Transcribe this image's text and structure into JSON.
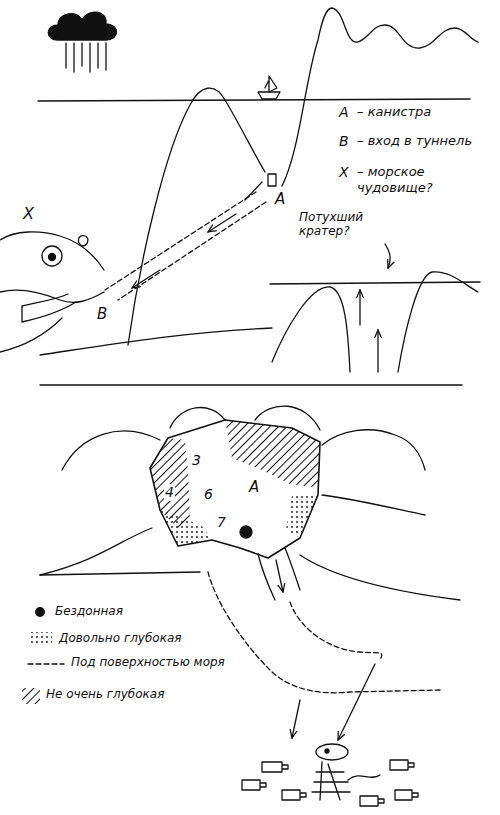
{
  "diagram": {
    "labels": [
      "A",
      "– канистра",
      "B",
      "– вход в туннель",
      "X",
      "– морское чудовище?",
      "A",
      "B",
      "X",
      "Потухший кратер?",
      "3",
      "4",
      "6",
      "A",
      "7"
    ],
    "legend": [
      {
        "text": "Бездонная"
      },
      {
        "text": "Довольно глубокая"
      },
      {
        "text": "Под поверхностью моря"
      },
      {
        "text": "Не очень глубокая"
      }
    ]
  }
}
